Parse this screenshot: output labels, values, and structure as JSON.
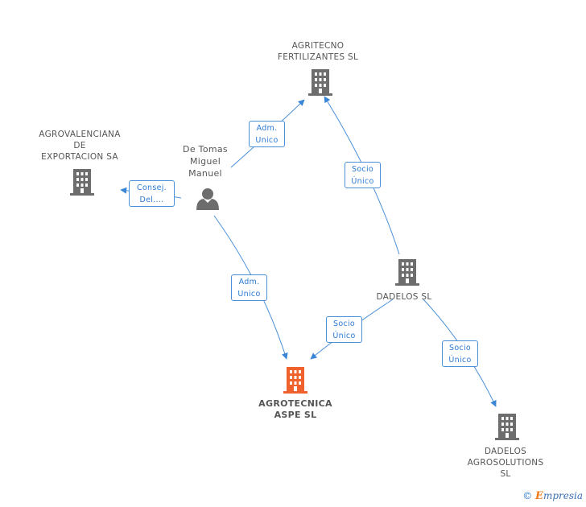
{
  "nodes": {
    "agritecno": {
      "label": "AGRITECNO\nFERTILIZANTES SL"
    },
    "agrovalenciana": {
      "label": "AGROVALENCIANA\nDE\nEXPORTACION SA"
    },
    "person": {
      "label": "De Tomas\nMiguel\nManuel"
    },
    "dadelos": {
      "label": "DADELOS SL"
    },
    "agrotecnica": {
      "label": "AGROTECNICA\nASPE SL"
    },
    "dadelos_agro": {
      "label": "DADELOS\nAGROSOLUTIONS\nSL"
    }
  },
  "edges": {
    "person_agritecno": {
      "line1": "Adm.",
      "line2": "Unico"
    },
    "person_agrovalenciana": {
      "line1": "Consej.",
      "line2": "Del...."
    },
    "person_agrotecnica": {
      "line1": "Adm.",
      "line2": "Unico"
    },
    "dadelos_agritecno": {
      "line1": "Socio",
      "line2": "Único"
    },
    "dadelos_agrotecnica": {
      "line1": "Socio",
      "line2": "Único"
    },
    "dadelos_dadelosagro": {
      "line1": "Socio",
      "line2": "Único"
    }
  },
  "colors": {
    "building": "#6d6d6d",
    "building_highlight": "#f0622d",
    "edge": "#4a90d9"
  },
  "footer": {
    "copyright_symbol": "©",
    "brand_e": "E",
    "brand_rest": "mpresia"
  }
}
